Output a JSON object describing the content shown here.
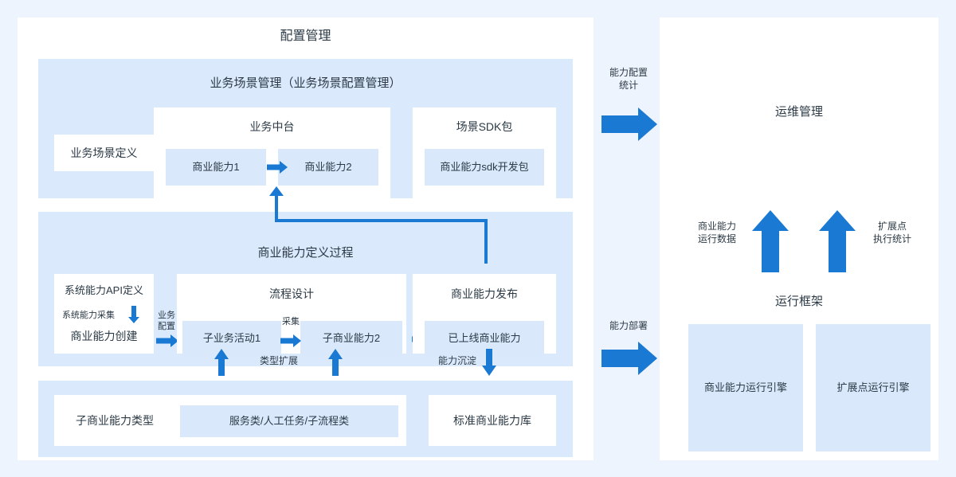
{
  "page": {
    "background": "#eef4fe",
    "accent": "#1a79d2",
    "band_color": "#dbe9fc",
    "chip_color": "#d9e8fb"
  },
  "left_panel": {
    "title": "配置管理",
    "section_scene": {
      "title": "业务场景管理（业务场景配置管理）",
      "scene_define": "业务场景定义",
      "mid_platform": {
        "title": "业务中台",
        "cap1": "商业能力1",
        "cap2": "商业能力2"
      },
      "sdk_pack": {
        "title": "场景SDK包",
        "chip": "商业能力sdk开发包"
      }
    },
    "section_define": {
      "title": "商业能力定义过程",
      "api_define": "系统能力API定义",
      "cap_create": "商业能力创建",
      "label_collect": "系统能力采集",
      "label_biz_config": "业务\n配置",
      "flow_design": {
        "title": "流程设计",
        "sub1": "子业务活动1",
        "sub2": "子商业能力2",
        "label_collect": "采集"
      },
      "cap_publish": {
        "title": "商业能力发布",
        "chip": "已上线商业能力"
      }
    },
    "section_types": {
      "sub_cap_type": "子商业能力类型",
      "type_chip": "服务类/人工任务/子流程类",
      "std_library": "标准商业能力库"
    },
    "edge_labels": {
      "type_extend": "类型扩展",
      "cap_settle": "能力沉淀"
    }
  },
  "right_panel": {
    "ops_title": "运维管理",
    "runtime": {
      "title": "运行框架",
      "engine1": "商业能力运行引擎",
      "engine2": "扩展点运行引擎"
    }
  },
  "connectors": {
    "cap_config_stat": "能力配置\n统计",
    "cap_deploy": "能力部署",
    "cap_run_data": "商业能力\n运行数据",
    "ext_exec_stat": "扩展点\n执行统计"
  }
}
